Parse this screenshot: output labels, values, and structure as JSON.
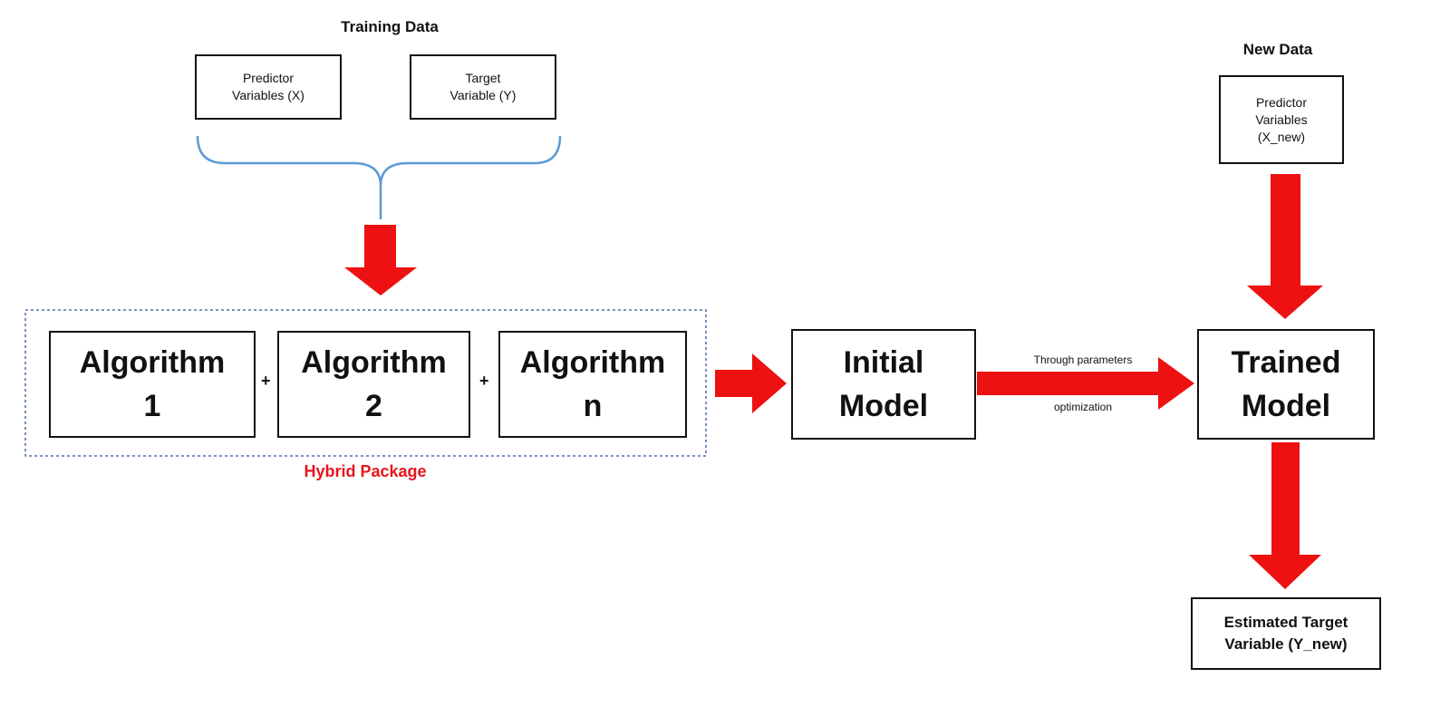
{
  "training_data": {
    "title": "Training Data",
    "predictor_box": "Predictor\nVariables (X)",
    "target_box": "Target\nVariable (Y)"
  },
  "new_data": {
    "title": "New Data",
    "predictor_box": "Predictor\nVariables\n(X_new)"
  },
  "hybrid_package": {
    "label": "Hybrid Package",
    "algorithms": [
      "Algorithm\n1",
      "Algorithm\n2",
      "Algorithm\nn"
    ],
    "operator": "+"
  },
  "initial_model": "Initial\nModel",
  "trained_model": "Trained\nModel",
  "optimization_label_top": "Through parameters",
  "optimization_label_bottom": "optimization",
  "output_box": "Estimated Target\nVariable (Y_new)",
  "colors": {
    "arrow": "#ee1111",
    "brace": "#5b9bd5",
    "hybrid_label": "#e8141b",
    "dashed_border": "#2f5597"
  }
}
